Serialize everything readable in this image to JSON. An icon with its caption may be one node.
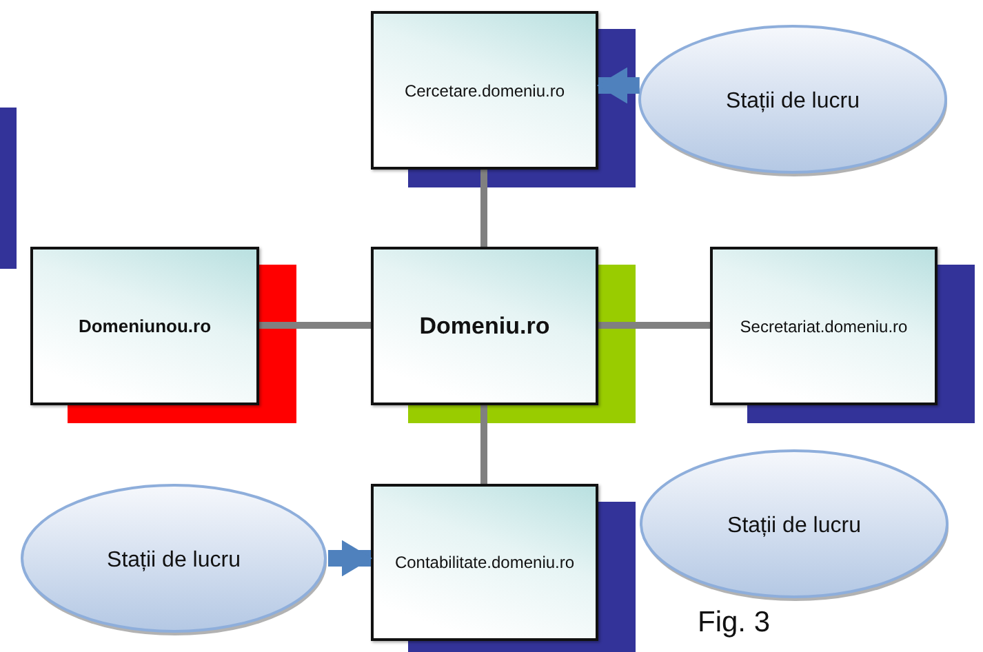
{
  "diagram": {
    "caption": "Fig. 3",
    "nodes": [
      {
        "text": [
          "Cercetare.domeniu.ro"
        ]
      },
      {
        "text": [
          "Stații de lucru"
        ]
      },
      {
        "text": [
          "Domeniunou.ro"
        ]
      },
      {
        "text": [
          "Domeniu.ro"
        ]
      },
      {
        "text": [
          "Secretariat.domeniu.ro"
        ]
      },
      {
        "text": [
          "Stații de lucru"
        ]
      },
      {
        "text": [
          "Contabilitate.domeniu.ro"
        ]
      },
      {
        "text": [
          "Stații de lucru"
        ]
      }
    ],
    "edges": [
      {
        "from": 3,
        "to": 0,
        "arrow": "none"
      },
      {
        "from": 3,
        "to": 2,
        "arrow": "none"
      },
      {
        "from": 3,
        "to": 4,
        "arrow": "none"
      },
      {
        "from": 3,
        "to": 6,
        "arrow": "none"
      },
      {
        "from": 1,
        "to": 0,
        "arrow": "to",
        "style": "thick",
        "color": "#4f81bd"
      },
      {
        "from": 5,
        "to": 6,
        "arrow": "to",
        "style": "thick",
        "color": "#4f81bd"
      }
    ]
  }
}
